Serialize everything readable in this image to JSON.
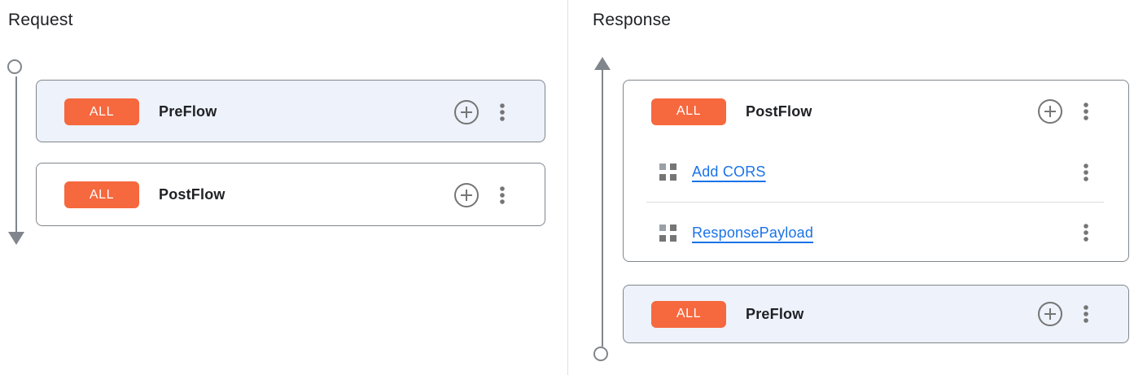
{
  "request_panel": {
    "title": "Request",
    "flows": [
      {
        "badge": "ALL",
        "name": "PreFlow",
        "selected": true,
        "policies": []
      },
      {
        "badge": "ALL",
        "name": "PostFlow",
        "selected": false,
        "policies": []
      }
    ]
  },
  "response_panel": {
    "title": "Response",
    "flows": [
      {
        "badge": "ALL",
        "name": "PostFlow",
        "selected": false,
        "policies": [
          {
            "name": "Add CORS"
          },
          {
            "name": "ResponsePayload"
          }
        ]
      },
      {
        "badge": "ALL",
        "name": "PreFlow",
        "selected": true,
        "policies": []
      }
    ]
  },
  "icons": {
    "add_policy": "plus-circle-icon",
    "flow_menu": "kebab-menu-icon",
    "policy_handle": "drag-handle-grid-icon",
    "request_direction": "arrow-down-icon",
    "response_direction": "arrow-up-icon"
  },
  "colors": {
    "badge_orange": "#f6683e",
    "selected_card_bg": "#edf2fb",
    "card_border": "#80868b",
    "link_blue": "#1a73e8",
    "icon_gray": "#757575",
    "timeline_gray": "#80868b",
    "heading_text": "#202124",
    "panel_divider": "#dee0e3"
  }
}
